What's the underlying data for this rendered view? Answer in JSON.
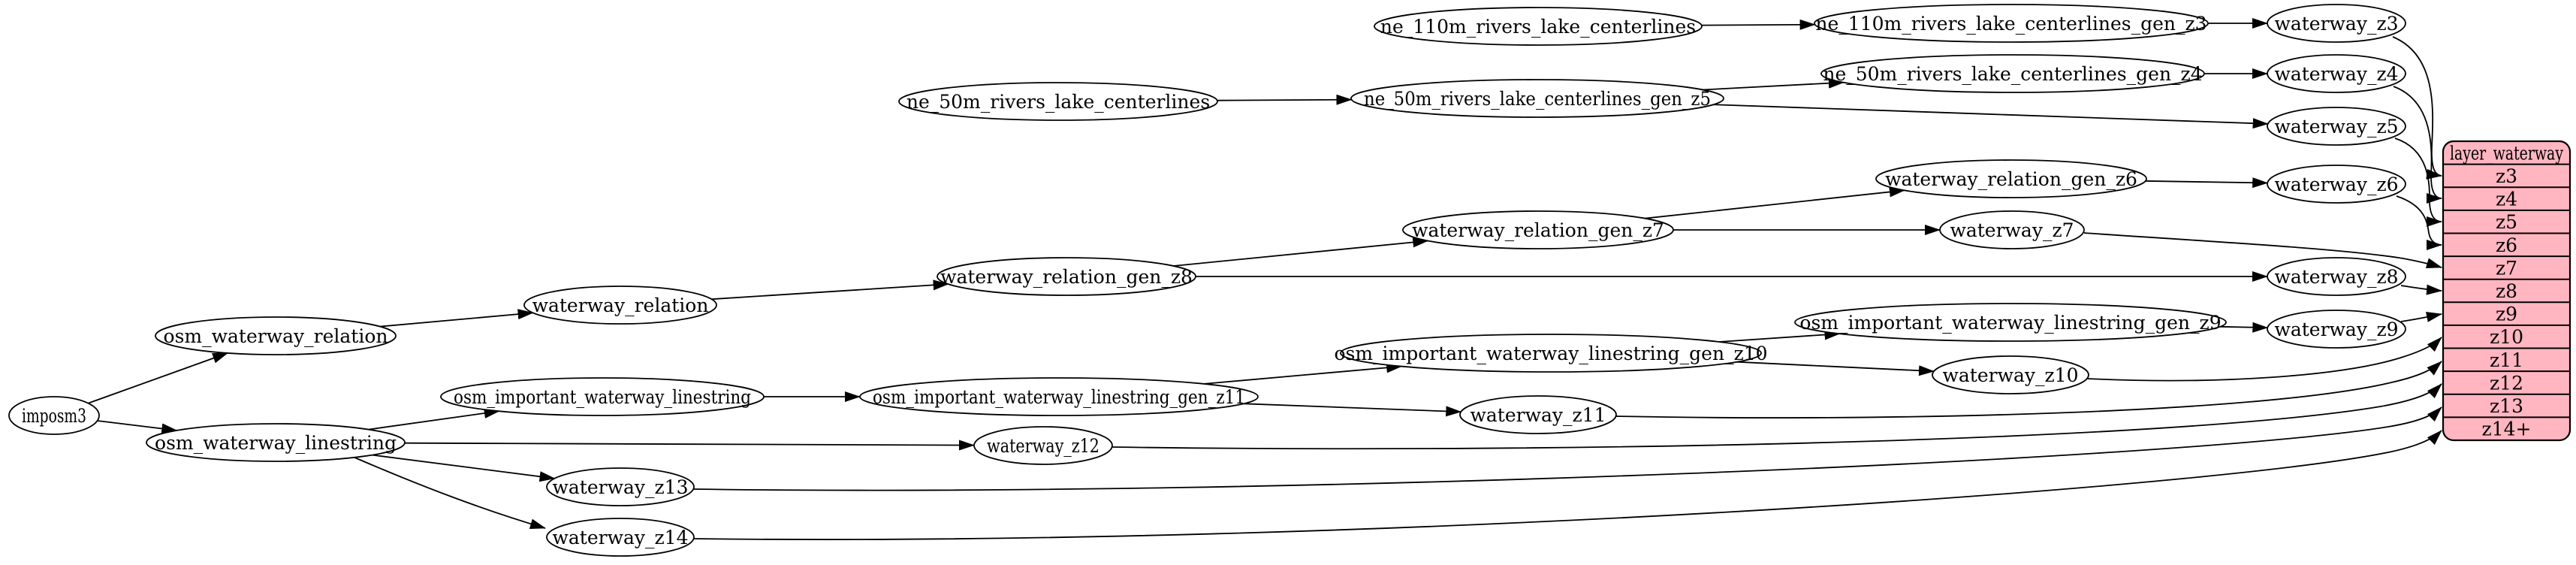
{
  "graph": {
    "nodes": [
      {
        "id": "imposm3",
        "label": "imposm3"
      },
      {
        "id": "osm_waterway_relation",
        "label": "osm_waterway_relation"
      },
      {
        "id": "osm_waterway_linestring",
        "label": "osm_waterway_linestring"
      },
      {
        "id": "waterway_relation",
        "label": "waterway_relation"
      },
      {
        "id": "waterway_relation_gen_z8",
        "label": "waterway_relation_gen_z8"
      },
      {
        "id": "waterway_relation_gen_z7",
        "label": "waterway_relation_gen_z7"
      },
      {
        "id": "waterway_relation_gen_z6",
        "label": "waterway_relation_gen_z6"
      },
      {
        "id": "osm_important_waterway_linestring",
        "label": "osm_important_waterway_linestring"
      },
      {
        "id": "osm_important_waterway_linestring_gen_z11",
        "label": "osm_important_waterway_linestring_gen_z11"
      },
      {
        "id": "osm_important_waterway_linestring_gen_z10",
        "label": "osm_important_waterway_linestring_gen_z10"
      },
      {
        "id": "osm_important_waterway_linestring_gen_z9",
        "label": "osm_important_waterway_linestring_gen_z9"
      },
      {
        "id": "ne_110m_rivers_lake_centerlines",
        "label": "ne_110m_rivers_lake_centerlines"
      },
      {
        "id": "ne_110m_rivers_lake_centerlines_gen_z3",
        "label": "ne_110m_rivers_lake_centerlines_gen_z3"
      },
      {
        "id": "ne_50m_rivers_lake_centerlines",
        "label": "ne_50m_rivers_lake_centerlines"
      },
      {
        "id": "ne_50m_rivers_lake_centerlines_gen_z5",
        "label": "ne_50m_rivers_lake_centerlines_gen_z5"
      },
      {
        "id": "ne_50m_rivers_lake_centerlines_gen_z4",
        "label": "ne_50m_rivers_lake_centerlines_gen_z4"
      },
      {
        "id": "waterway_z3",
        "label": "waterway_z3"
      },
      {
        "id": "waterway_z4",
        "label": "waterway_z4"
      },
      {
        "id": "waterway_z5",
        "label": "waterway_z5"
      },
      {
        "id": "waterway_z6",
        "label": "waterway_z6"
      },
      {
        "id": "waterway_z7",
        "label": "waterway_z7"
      },
      {
        "id": "waterway_z8",
        "label": "waterway_z8"
      },
      {
        "id": "waterway_z9",
        "label": "waterway_z9"
      },
      {
        "id": "waterway_z10",
        "label": "waterway_z10"
      },
      {
        "id": "waterway_z11",
        "label": "waterway_z11"
      },
      {
        "id": "waterway_z12",
        "label": "waterway_z12"
      },
      {
        "id": "waterway_z13",
        "label": "waterway_z13"
      },
      {
        "id": "waterway_z14",
        "label": "waterway_z14"
      }
    ],
    "edges": [
      {
        "from": "imposm3",
        "to": "osm_waterway_relation"
      },
      {
        "from": "imposm3",
        "to": "osm_waterway_linestring"
      },
      {
        "from": "osm_waterway_relation",
        "to": "waterway_relation"
      },
      {
        "from": "waterway_relation",
        "to": "waterway_relation_gen_z8"
      },
      {
        "from": "waterway_relation_gen_z8",
        "to": "waterway_relation_gen_z7"
      },
      {
        "from": "waterway_relation_gen_z8",
        "to": "waterway_z8"
      },
      {
        "from": "waterway_relation_gen_z7",
        "to": "waterway_relation_gen_z6"
      },
      {
        "from": "waterway_relation_gen_z7",
        "to": "waterway_z7"
      },
      {
        "from": "waterway_relation_gen_z6",
        "to": "waterway_z6"
      },
      {
        "from": "osm_waterway_linestring",
        "to": "osm_important_waterway_linestring"
      },
      {
        "from": "osm_waterway_linestring",
        "to": "waterway_z12"
      },
      {
        "from": "osm_waterway_linestring",
        "to": "waterway_z13"
      },
      {
        "from": "osm_waterway_linestring",
        "to": "waterway_z14"
      },
      {
        "from": "osm_important_waterway_linestring",
        "to": "osm_important_waterway_linestring_gen_z11"
      },
      {
        "from": "osm_important_waterway_linestring_gen_z11",
        "to": "osm_important_waterway_linestring_gen_z10"
      },
      {
        "from": "osm_important_waterway_linestring_gen_z11",
        "to": "waterway_z11"
      },
      {
        "from": "osm_important_waterway_linestring_gen_z10",
        "to": "osm_important_waterway_linestring_gen_z9"
      },
      {
        "from": "osm_important_waterway_linestring_gen_z10",
        "to": "waterway_z10"
      },
      {
        "from": "osm_important_waterway_linestring_gen_z9",
        "to": "waterway_z9"
      },
      {
        "from": "ne_110m_rivers_lake_centerlines",
        "to": "ne_110m_rivers_lake_centerlines_gen_z3"
      },
      {
        "from": "ne_110m_rivers_lake_centerlines_gen_z3",
        "to": "waterway_z3"
      },
      {
        "from": "ne_50m_rivers_lake_centerlines",
        "to": "ne_50m_rivers_lake_centerlines_gen_z5"
      },
      {
        "from": "ne_50m_rivers_lake_centerlines_gen_z5",
        "to": "ne_50m_rivers_lake_centerlines_gen_z4"
      },
      {
        "from": "ne_50m_rivers_lake_centerlines_gen_z5",
        "to": "waterway_z5"
      },
      {
        "from": "ne_50m_rivers_lake_centerlines_gen_z4",
        "to": "waterway_z4"
      },
      {
        "from": "waterway_z3",
        "to": "layer_waterway:z3"
      },
      {
        "from": "waterway_z4",
        "to": "layer_waterway:z4"
      },
      {
        "from": "waterway_z5",
        "to": "layer_waterway:z5"
      },
      {
        "from": "waterway_z6",
        "to": "layer_waterway:z6"
      },
      {
        "from": "waterway_z7",
        "to": "layer_waterway:z7"
      },
      {
        "from": "waterway_z8",
        "to": "layer_waterway:z8"
      },
      {
        "from": "waterway_z9",
        "to": "layer_waterway:z9"
      },
      {
        "from": "waterway_z10",
        "to": "layer_waterway:z10"
      },
      {
        "from": "waterway_z11",
        "to": "layer_waterway:z11"
      },
      {
        "from": "waterway_z12",
        "to": "layer_waterway:z12"
      },
      {
        "from": "waterway_z13",
        "to": "layer_waterway:z13"
      },
      {
        "from": "waterway_z14",
        "to": "layer_waterway:z14+"
      }
    ]
  },
  "table": {
    "title": "layer_waterway",
    "rows": [
      "z3",
      "z4",
      "z5",
      "z6",
      "z7",
      "z8",
      "z9",
      "z10",
      "z11",
      "z12",
      "z13",
      "z14+"
    ]
  },
  "colors": {
    "background": "#ffffff",
    "node_fill": "#ffffff",
    "node_border": "#000000",
    "edge": "#000000",
    "table_fill": "#ffb6c1",
    "table_border": "#000000"
  }
}
